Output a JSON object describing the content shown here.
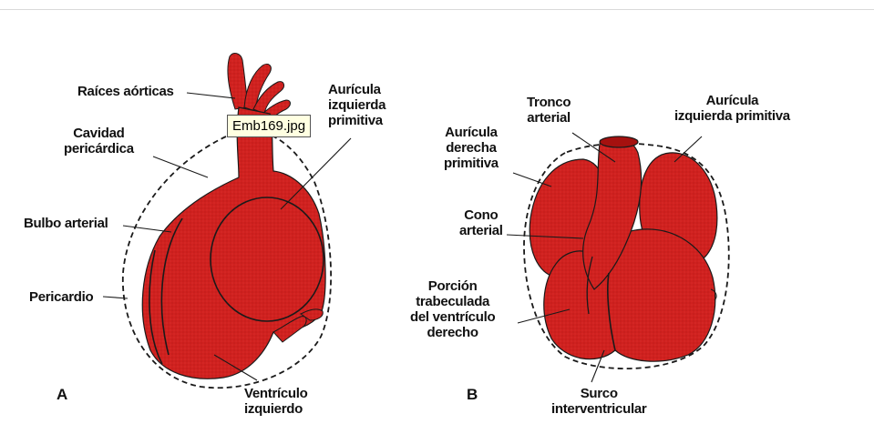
{
  "tooltip": {
    "text": "Emb169.jpg"
  },
  "panel_a": {
    "letter": "A",
    "labels": {
      "raices_aorticas": "Raíces aórticas",
      "cavidad_pericardica": "Cavidad\npericárdica",
      "bulbo_arterial": "Bulbo arterial",
      "pericardio": "Pericardio",
      "auricula_izquierda": "Aurícula\nizquierda\nprimitiva",
      "ventriculo_izquierdo": "Ventrículo\nizquierdo"
    }
  },
  "panel_b": {
    "letter": "B",
    "labels": {
      "tronco_arterial": "Tronco\narterial",
      "auricula_derecha": "Aurícula\nderecha\nprimitiva",
      "cono_arterial": "Cono\narterial",
      "porcion_trabeculada": "Porción\ntrabeculada\ndel ventrículo\nderecho",
      "auricula_izquierda": "Aurícula\nizquierda primitiva",
      "surco_interventricular": "Surco\ninterventricular"
    }
  },
  "colors": {
    "heart": "#d0211f",
    "outline": "#1a1a1a",
    "tooltip_bg": "#ffffe1"
  }
}
